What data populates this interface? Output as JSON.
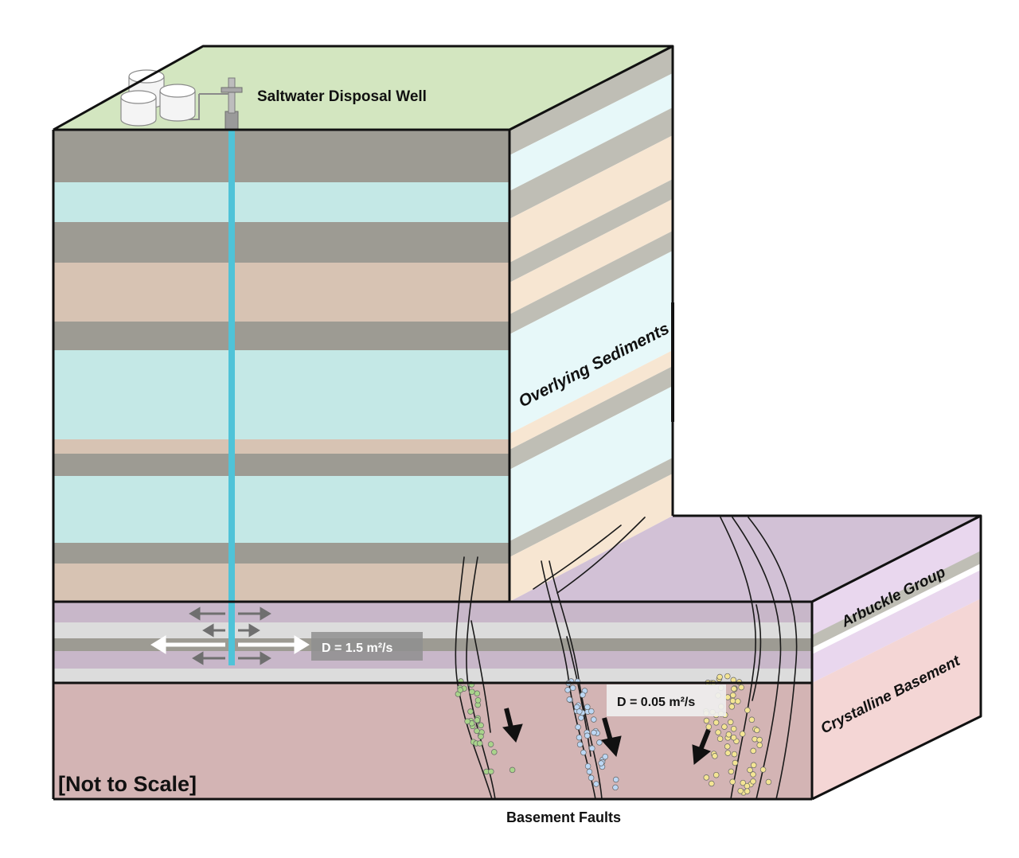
{
  "labels": {
    "well": "Saltwater Disposal Well",
    "overlying": "Overlying Sediments",
    "arbuckle": "Arbuckle Group",
    "basement": "Crystalline Basement",
    "scale": "[Not to Scale]",
    "faults": "Basement Faults",
    "d_injection": "D = 1.5 m²/s",
    "d_fault": "D = 0.05 m²/s"
  },
  "colors": {
    "surface": "#d3e6c0",
    "gray": "#9d9b93",
    "blue": "#c4e8e6",
    "tan": "#d7c3b3",
    "side_gray": "#bfbeb5",
    "side_blue": "#e7f8f9",
    "side_tan": "#f7e6d2",
    "purple": "#c8b7c9",
    "purple_top": "#d2c1d6",
    "light_gray": "#dcdcdc",
    "basement_front": "#d3b4b4",
    "basement_side": "#f4d6d5",
    "arbuckle_side": "#e9d7ee",
    "well": "#4fc3d8",
    "green_dot": "#a9d48b",
    "blue_dot": "#bcd7f4",
    "yellow_dot": "#f4e594"
  }
}
